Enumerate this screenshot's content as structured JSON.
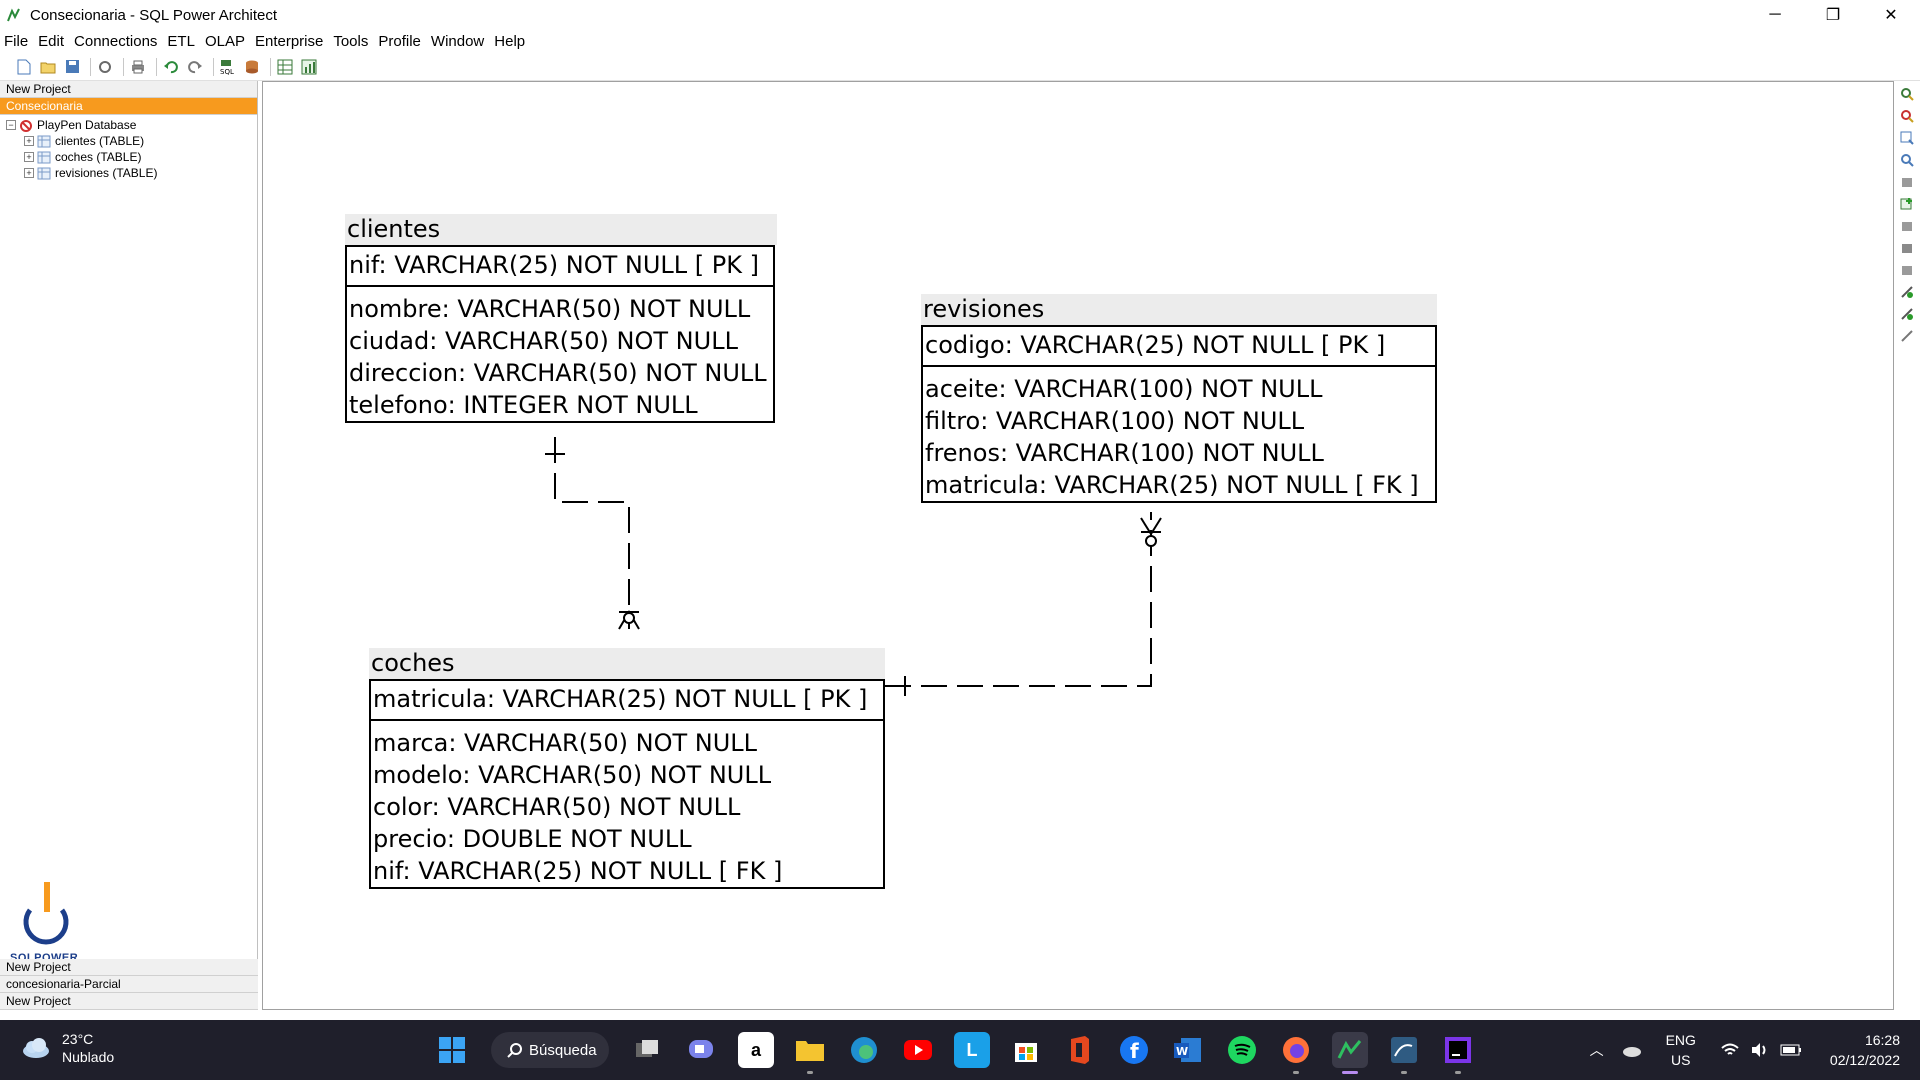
{
  "window": {
    "title": "Consecionaria - SQL Power Architect",
    "minimize": "─",
    "restore": "❐",
    "close": "✕"
  },
  "menu": [
    "File",
    "Edit",
    "Connections",
    "ETL",
    "OLAP",
    "Enterprise",
    "Tools",
    "Profile",
    "Window",
    "Help"
  ],
  "left_panel": {
    "top_projects": [
      "New Project",
      "Consecionaria"
    ],
    "tree": {
      "root": "PlayPen Database",
      "items": [
        "clientes (TABLE)",
        "coches (TABLE)",
        "revisiones (TABLE)"
      ]
    },
    "logo_text": "SQLPOWER",
    "bottom_projects": [
      "New Project",
      "concesionaria-Parcial",
      "New Project"
    ]
  },
  "diagram": {
    "tables": [
      {
        "name": "clientes",
        "pk": [
          "nif: VARCHAR(25)   NOT NULL  [ PK ]"
        ],
        "columns": [
          "nombre: VARCHAR(50)   NOT NULL",
          "ciudad: VARCHAR(50)   NOT NULL",
          "direccion: VARCHAR(50)   NOT NULL",
          "telefono: INTEGER   NOT NULL"
        ]
      },
      {
        "name": "revisiones",
        "pk": [
          "codigo: VARCHAR(25)   NOT NULL  [ PK ]"
        ],
        "columns": [
          "aceite: VARCHAR(100)   NOT NULL",
          "filtro: VARCHAR(100)   NOT NULL",
          "frenos: VARCHAR(100)   NOT NULL",
          "matricula: VARCHAR(25)   NOT NULL  [ FK ]"
        ]
      },
      {
        "name": "coches",
        "pk": [
          "matricula: VARCHAR(25)   NOT NULL  [ PK ]"
        ],
        "columns": [
          "marca: VARCHAR(50)   NOT NULL",
          "modelo: VARCHAR(50)   NOT NULL",
          "color: VARCHAR(50)   NOT NULL",
          "precio: DOUBLE   NOT NULL",
          "nif: VARCHAR(25)   NOT NULL  [ FK ]"
        ]
      }
    ]
  },
  "taskbar": {
    "weather_temp": "23°C",
    "weather_desc": "Nublado",
    "search_label": "Búsqueda",
    "lang_line1": "ENG",
    "lang_line2": "US",
    "time": "16:28",
    "date": "02/12/2022"
  }
}
